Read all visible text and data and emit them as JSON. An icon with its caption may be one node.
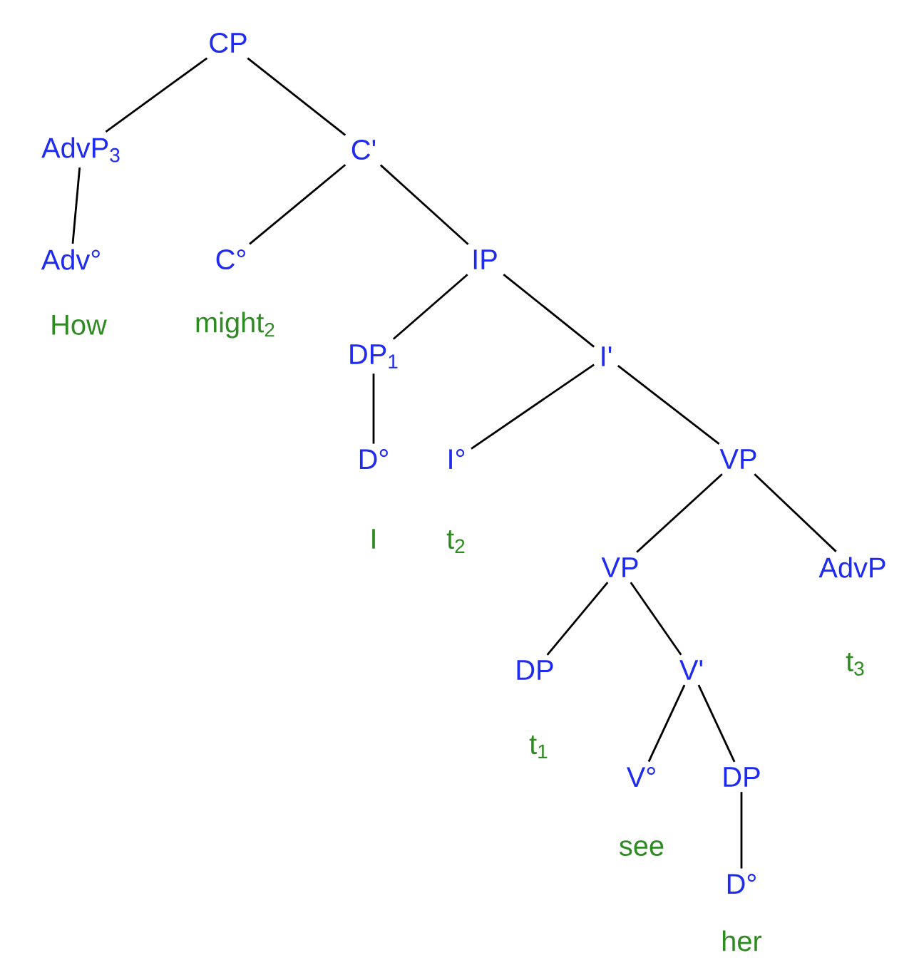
{
  "diagram": {
    "nodes": [
      {
        "text": [
          "CP"
        ]
      },
      {
        "text": [
          "AdvP$_{3}$"
        ]
      },
      {
        "text": [
          "C'"
        ]
      },
      {
        "text": [
          "Adv°"
        ],
        "beside": [
          "How"
        ]
      },
      {
        "text": [
          "C°"
        ],
        "beside": [
          "might$_{2}$"
        ]
      },
      {
        "text": [
          "IP"
        ]
      },
      {
        "text": [
          "DP$_{1}$"
        ]
      },
      {
        "text": [
          "I'"
        ]
      },
      {
        "text": [
          "D°"
        ],
        "beside": [
          "I"
        ]
      },
      {
        "text": [
          "I°"
        ],
        "beside": [
          "t$_{2}$"
        ]
      },
      {
        "text": [
          "VP"
        ]
      },
      {
        "text": [
          "VP"
        ]
      },
      {
        "text": [
          "AdvP"
        ],
        "beside": [
          "t$_{3}$"
        ]
      },
      {
        "text": [
          "DP"
        ],
        "beside": [
          "t$_{1}$"
        ]
      },
      {
        "text": [
          "V'"
        ]
      },
      {
        "text": [
          "V°"
        ],
        "beside": [
          "see"
        ]
      },
      {
        "text": [
          "DP"
        ]
      },
      {
        "text": [
          "D°"
        ],
        "beside": [
          "her"
        ]
      }
    ],
    "edges": [
      {
        "from": 0,
        "to": 1,
        "arrow": "none"
      },
      {
        "from": 0,
        "to": 2,
        "arrow": "none"
      },
      {
        "from": 1,
        "to": 3,
        "arrow": "none"
      },
      {
        "from": 2,
        "to": 4,
        "arrow": "none"
      },
      {
        "from": 2,
        "to": 5,
        "arrow": "none"
      },
      {
        "from": 5,
        "to": 6,
        "arrow": "none"
      },
      {
        "from": 5,
        "to": 7,
        "arrow": "none"
      },
      {
        "from": 6,
        "to": 8,
        "arrow": "none"
      },
      {
        "from": 7,
        "to": 9,
        "arrow": "none"
      },
      {
        "from": 7,
        "to": 10,
        "arrow": "none"
      },
      {
        "from": 10,
        "to": 11,
        "arrow": "none"
      },
      {
        "from": 10,
        "to": 12,
        "arrow": "none"
      },
      {
        "from": 11,
        "to": 13,
        "arrow": "none"
      },
      {
        "from": 11,
        "to": 14,
        "arrow": "none"
      },
      {
        "from": 14,
        "to": 15,
        "arrow": "none"
      },
      {
        "from": 14,
        "to": 16,
        "arrow": "none"
      },
      {
        "from": 16,
        "to": 17,
        "arrow": "none"
      }
    ]
  }
}
